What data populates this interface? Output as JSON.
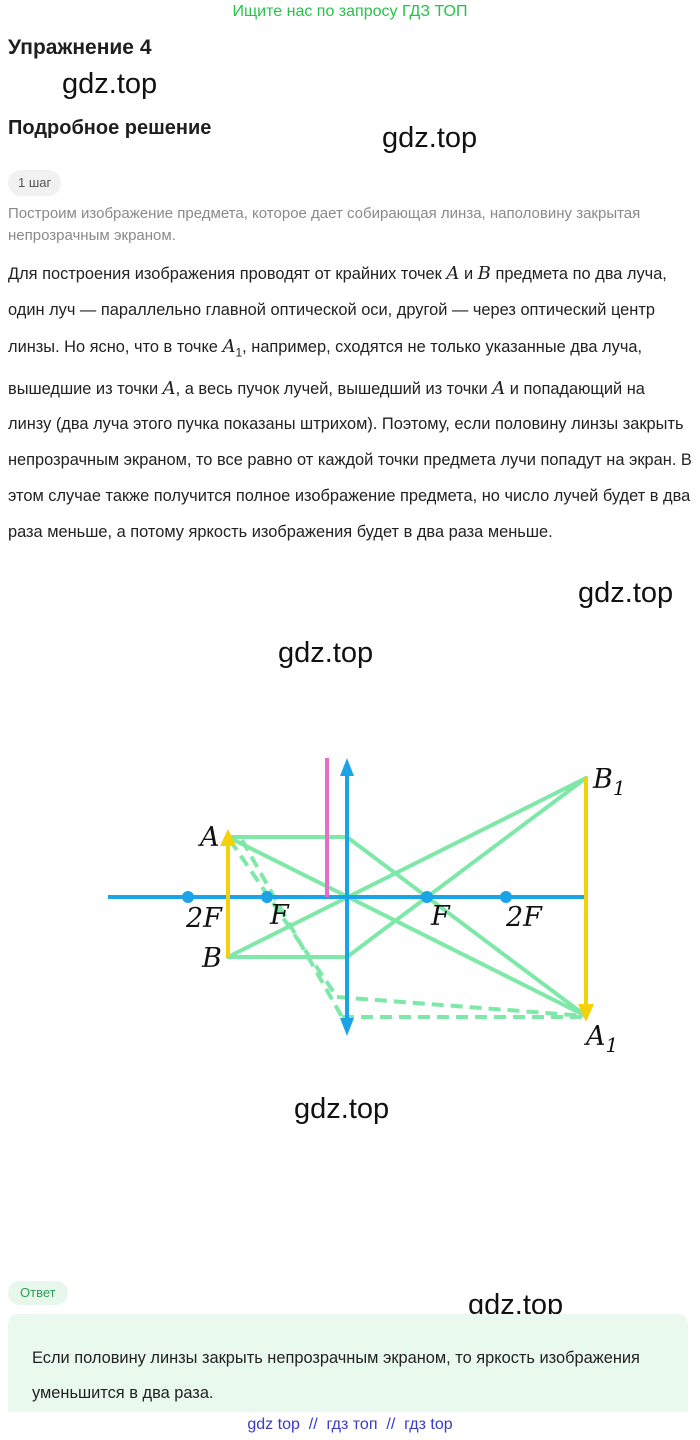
{
  "banner": "Ищите нас по запросу ГДЗ ТОП",
  "exercise_title": "Упражнение 4",
  "solution_title": "Подробное решение",
  "watermark": "gdz.top",
  "step_label": "1 шаг",
  "intro": "Построим изображение предмета, которое дает собирающая линза, наполовину закрытая непрозрачным экраном.",
  "body": {
    "p1": "Для построения изображения проводят от крайних точек ",
    "A": "A",
    "and": " и ",
    "B": "B",
    "p2": " предмета по два луча, один луч — параллельно главной оптической оси, другой — через оптический центр линзы. Но ясно, что в точке ",
    "A1_base": "A",
    "A1_sub": "1",
    "p3": ", например, сходятся не только указанные два луча, вышедшие из точки ",
    "p4": ", а весь пучок лучей, вышедший из точки ",
    "p5": " и попадающий на линзу (два луча этого пучка показаны штрихом). Поэтому, если половину линзы закрыть непрозрачным экраном, то все равно от каждой точки предмета лучи попадут на экран. В этом случае также получится полное изображение предмета, но число лучей будет в два раза меньше, а потому яркость изображения будет в два раза меньше."
  },
  "diagram": {
    "labels": {
      "A": "A",
      "B": "B",
      "B1": "B",
      "A1": "A",
      "sub1": "1",
      "F": "F",
      "twoF": "2F"
    },
    "colors": {
      "axis": "#1aa3e6",
      "lens": "#1aa3e6",
      "screen": "#e66fc6",
      "object": "#f5d10a",
      "rays": "#7de8a8"
    }
  },
  "answer_label": "Ответ",
  "answer": "Если половину линзы закрыть непрозрачным экраном, то яркость изображения уменьшится в два раза.",
  "footer": "gdz top  //  гдз топ  //  гдз top"
}
